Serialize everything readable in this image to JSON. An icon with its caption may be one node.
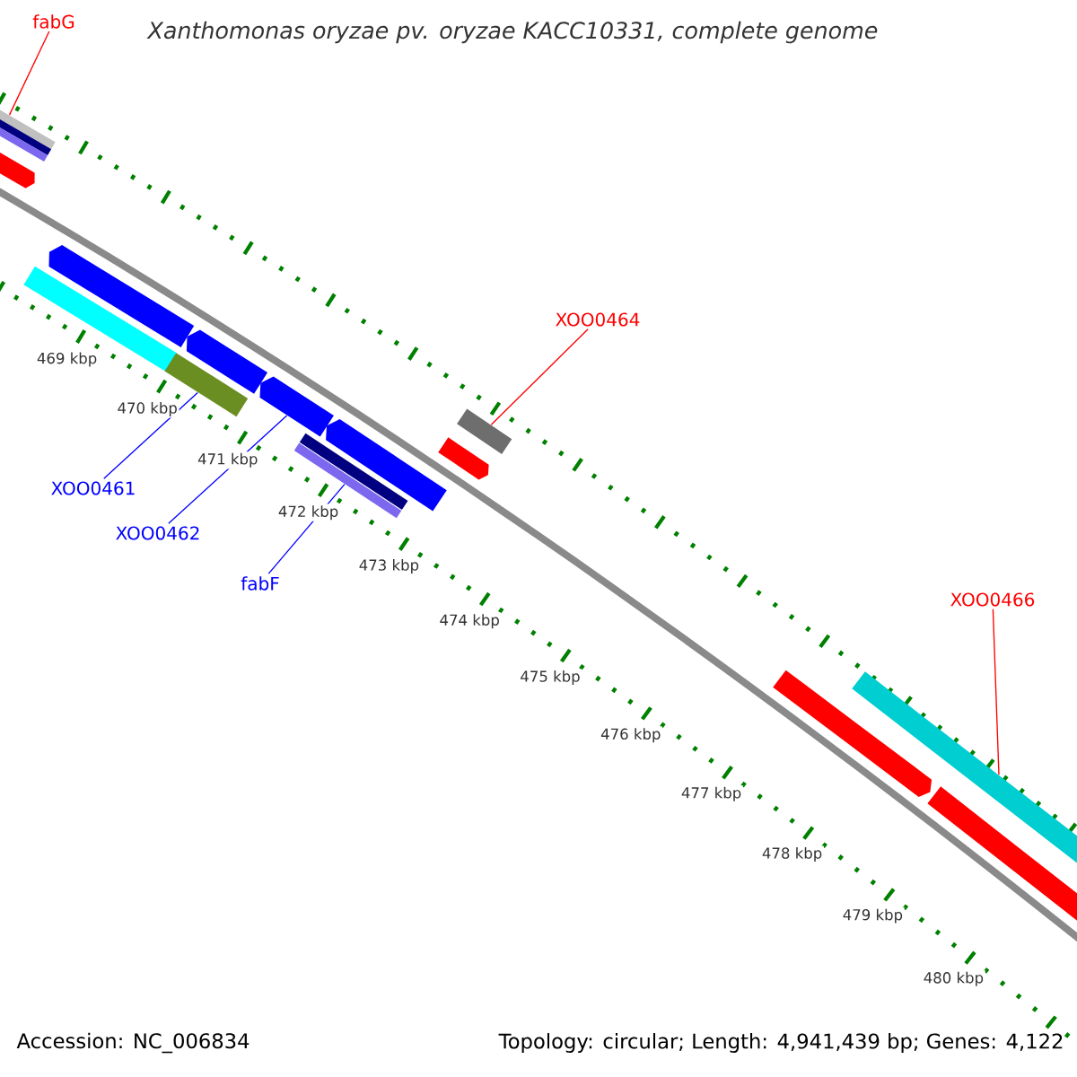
{
  "diagram": {
    "title": "Xanthomonas oryzae pv. oryzae KACC10331, complete genome",
    "nodes": [
      {
        "text": [
          "fabG"
        ]
      },
      {
        "text": [
          "XOO0464"
        ]
      },
      {
        "text": [
          "XOO0461"
        ]
      },
      {
        "text": [
          "XOO0462"
        ]
      },
      {
        "text": [
          "fabF"
        ]
      },
      {
        "text": [
          "XOO0466"
        ]
      },
      {
        "text": [],
        "shape": "bar"
      },
      {
        "text": [],
        "shape": "bar"
      },
      {
        "text": [],
        "shape": "bar"
      },
      {
        "text": [],
        "shape": "arrow"
      },
      {
        "text": [],
        "shape": "bar"
      },
      {
        "text": [],
        "shape": "arrow"
      },
      {
        "text": [],
        "shape": "bar"
      },
      {
        "text": [],
        "shape": "arrow"
      },
      {
        "text": [],
        "shape": "arrow"
      },
      {
        "text": [],
        "shape": "bar"
      },
      {
        "text": [],
        "shape": "bar"
      },
      {
        "text": [],
        "shape": "arrow"
      },
      {
        "text": [],
        "shape": "bar"
      },
      {
        "text": [],
        "shape": "arrow"
      },
      {
        "text": [],
        "shape": "arrow"
      },
      {
        "text": [],
        "shape": "bar"
      },
      {
        "text": [],
        "shape": "arrow"
      }
    ],
    "edges": [
      {
        "from": 0,
        "to": 6,
        "arrow": "none"
      },
      {
        "from": 1,
        "to": 18,
        "arrow": "none"
      },
      {
        "from": 2,
        "to": 12,
        "arrow": "none",
        "color": "#0000ff"
      },
      {
        "from": 3,
        "to": 14,
        "arrow": "none",
        "color": "#0000ff"
      },
      {
        "from": 4,
        "to": 16,
        "arrow": "none",
        "color": "#0000ff"
      },
      {
        "from": 5,
        "to": 21,
        "arrow": "none"
      }
    ],
    "labels": [
      "469 kbp",
      "470 kbp",
      "471 kbp",
      "472 kbp",
      "473 kbp",
      "474 kbp",
      "475 kbp",
      "476 kbp",
      "477 kbp",
      "478 kbp",
      "479 kbp",
      "480 kbp",
      "Accession: NC_006834",
      "Topology: circular; Length: 4,941,439 bp; Genes: 4,122"
    ]
  }
}
